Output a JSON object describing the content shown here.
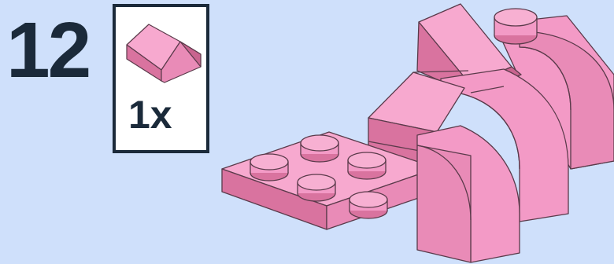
{
  "step": {
    "number": "12"
  },
  "parts_callout": {
    "items": [
      {
        "icon": "pink-slope-brick-icon",
        "quantity": "1x"
      }
    ]
  },
  "colors": {
    "background": "#cfe0fb",
    "brick_pink": "#f39ac6",
    "brick_outline": "#5a3a4a",
    "frame": "#1b2a3a"
  },
  "model": {
    "icon": "pink-brick-assembly-illustration"
  }
}
